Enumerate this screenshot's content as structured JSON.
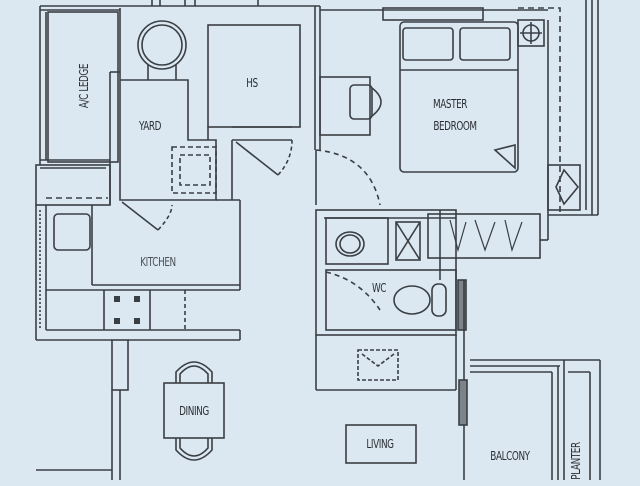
{
  "floor_plan": {
    "background_color": "#dbe8f2",
    "line_color": "#3a3f44",
    "rooms": [
      {
        "id": "ac_ledge",
        "label": "A/C LEDGE"
      },
      {
        "id": "yard",
        "label": "YARD"
      },
      {
        "id": "hs",
        "label": "HS"
      },
      {
        "id": "master_bedroom",
        "label_line1": "MASTER",
        "label_line2": "BEDROOM"
      },
      {
        "id": "kitchen",
        "label": "KITCHEN"
      },
      {
        "id": "wc",
        "label": "WC"
      },
      {
        "id": "dining",
        "label": "DINING"
      },
      {
        "id": "living",
        "label": "LIVING"
      },
      {
        "id": "balcony",
        "label": "BALCONY"
      },
      {
        "id": "planter",
        "label": "PLANTER"
      }
    ]
  }
}
